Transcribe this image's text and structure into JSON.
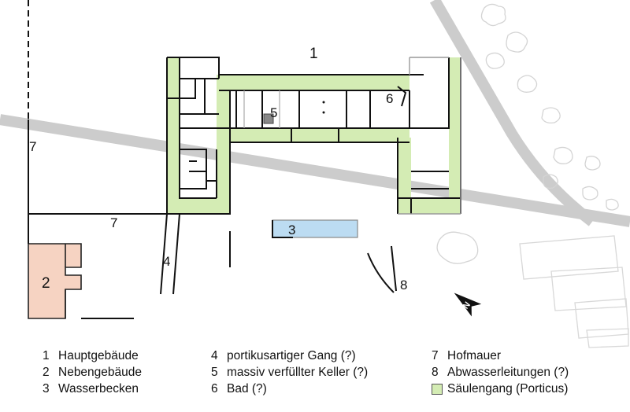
{
  "labels": {
    "haupt": "1",
    "neben": "2",
    "becken": "3",
    "gang": "4",
    "keller": "5",
    "bad": "6",
    "mauer_a": "7",
    "mauer_b": "7",
    "abwasser": "8",
    "north": "N"
  },
  "legend": {
    "col1": [
      {
        "num": "1",
        "text": "Hauptgebäude"
      },
      {
        "num": "2",
        "text": "Nebengebäude"
      },
      {
        "num": "3",
        "text": "Wasserbecken"
      }
    ],
    "col2": [
      {
        "num": "4",
        "text": "portikusartiger Gang (?)"
      },
      {
        "num": "5",
        "text": "massiv verfüllter Keller (?)"
      },
      {
        "num": "6",
        "text": "Bad (?)"
      }
    ],
    "col3": [
      {
        "num": "7",
        "text": "Hofmauer"
      },
      {
        "num": "8",
        "text": "Abwasserleitungen (?)"
      }
    ],
    "porticus": "Säulengang (Porticus)"
  },
  "colors": {
    "porticus": "#d4ecb4",
    "nebengebaeude": "#f6d3c2",
    "wasserbecken": "#bcdcf2",
    "roads": "#cccccc",
    "walls": "#111111",
    "modern_buildings": "#d8d8d8"
  }
}
